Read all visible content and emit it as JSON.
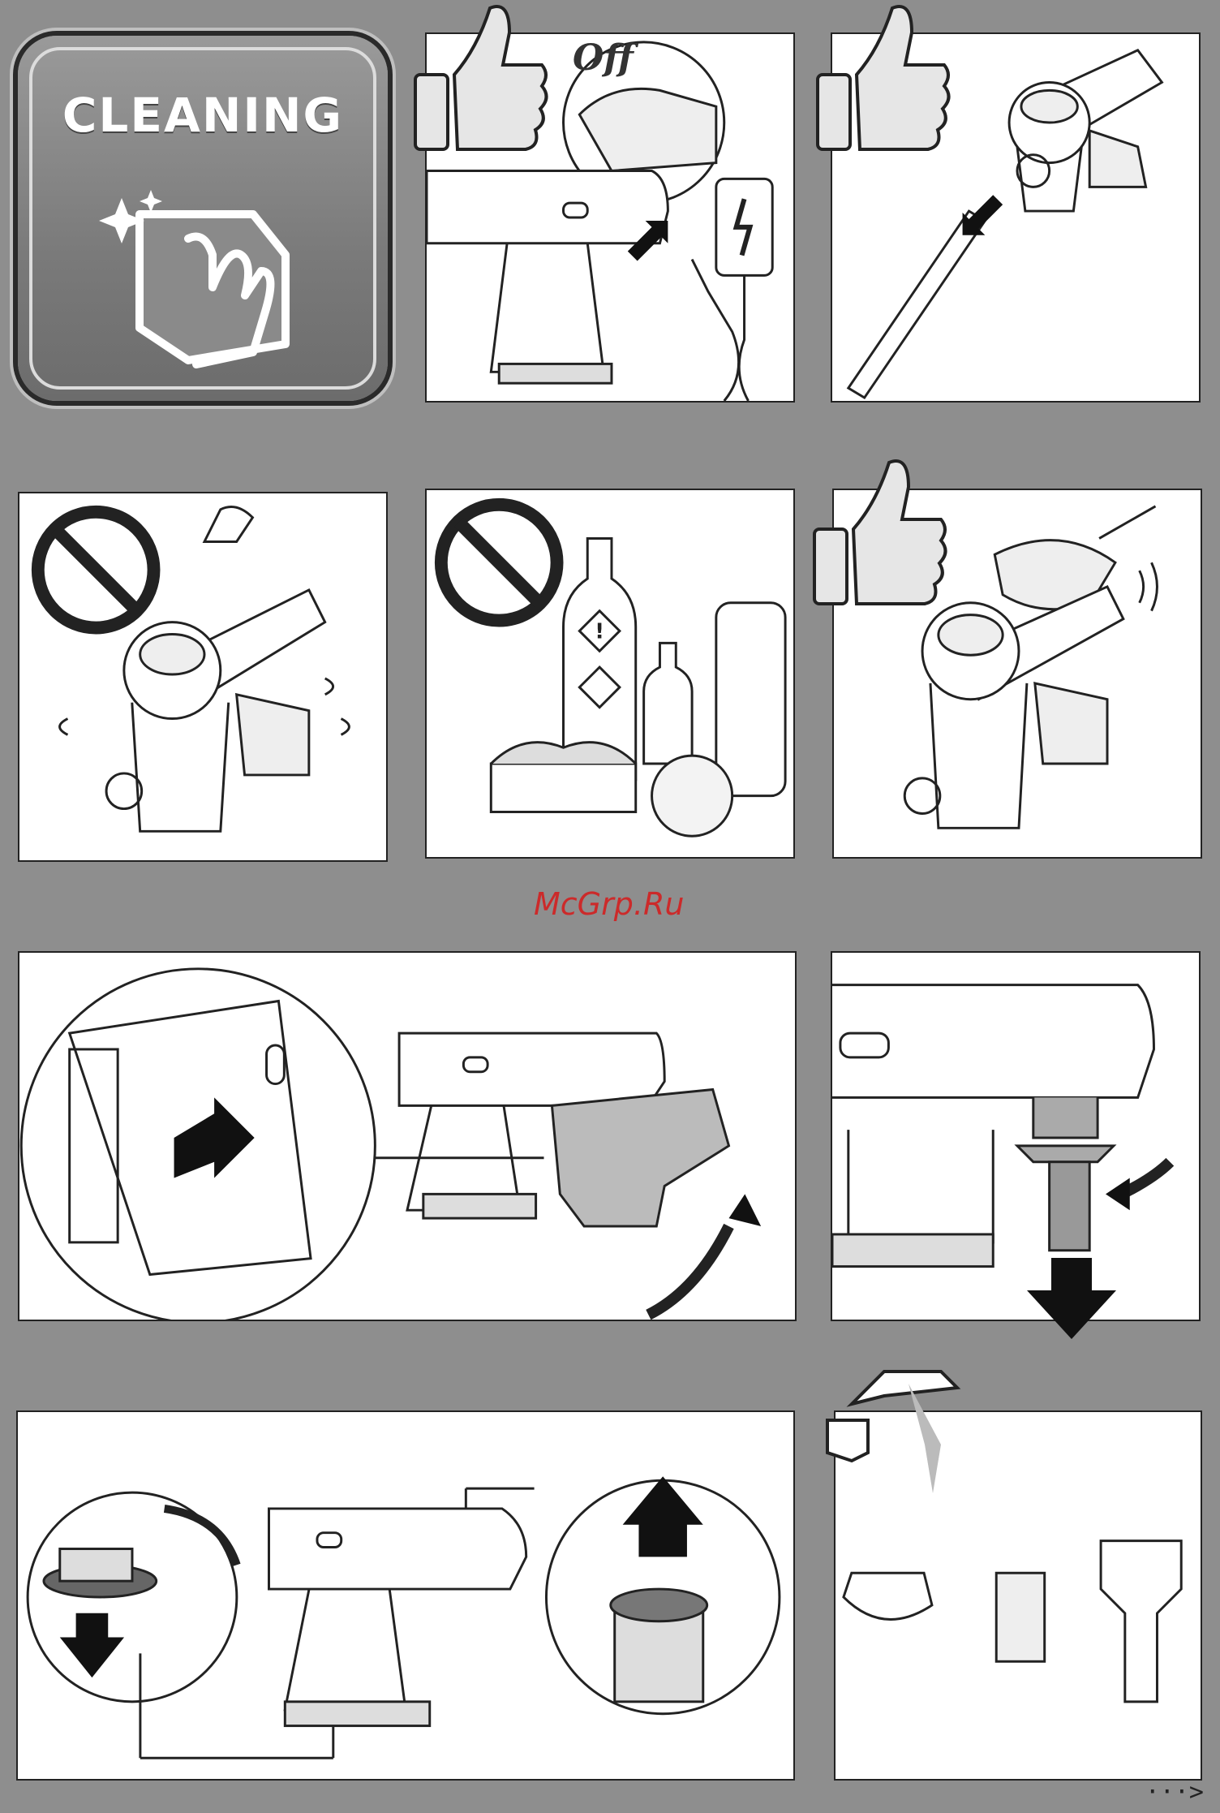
{
  "badge": {
    "title": "CLEANING",
    "icon": "cleaning-cloth-icon"
  },
  "panels": [
    {
      "id": "unplug",
      "icon": "thumbs-up-icon",
      "label": "Off"
    },
    {
      "id": "detach-tube",
      "icon": "thumbs-up-icon"
    },
    {
      "id": "no-water",
      "icon": "prohibited-icon"
    },
    {
      "id": "no-solvents",
      "icon": "prohibited-icon"
    },
    {
      "id": "wipe-dry-cloth",
      "icon": "thumbs-up-icon"
    },
    {
      "id": "remove-dust-container"
    },
    {
      "id": "twist-cyclone"
    },
    {
      "id": "remove-filters"
    },
    {
      "id": "rinse-filters",
      "icon": "water-tap-icon"
    }
  ],
  "watermark": "McGrp.Ru",
  "next_indicator": "···>"
}
